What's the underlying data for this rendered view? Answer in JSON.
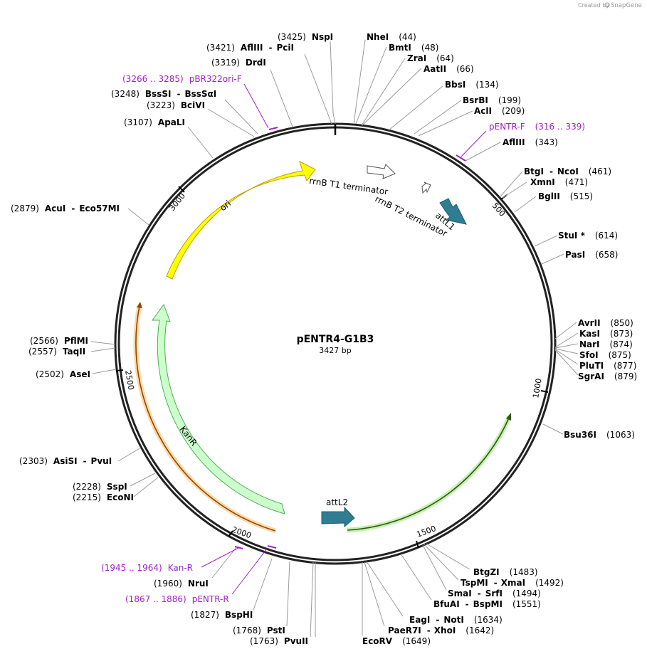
{
  "credit": {
    "created_by": "Created by",
    "brand": "SnapGene"
  },
  "plasmid": {
    "name": "pENTR4-G1B3",
    "length": "3427 bp"
  },
  "ticks": [
    "500",
    "1000",
    "1500",
    "2000",
    "2500",
    "3000"
  ],
  "features": [
    {
      "label": "ori",
      "color": "#ffff00",
      "stroke": "#b8a000"
    },
    {
      "label": "rrnB T1 terminator",
      "color": "#ffffff",
      "stroke": "#555555"
    },
    {
      "label": "rrnB T2 terminator",
      "color": "#ffffff",
      "stroke": "#555555"
    },
    {
      "label": "attL1",
      "color": "#2e7d93",
      "stroke": "#1f5f70"
    },
    {
      "label": "attL2",
      "color": "#2e7d93",
      "stroke": "#1f5f70"
    },
    {
      "label": "KanR",
      "color": "#ccffcc",
      "stroke": "#4caf50"
    }
  ],
  "orfs": [
    {
      "color": "#ff9900"
    },
    {
      "color": "#66cc33"
    }
  ],
  "sites": [
    {
      "name": "NspI",
      "pos": "(3425)"
    },
    {
      "name": "AflIII",
      "name2": "PciI",
      "pos": "(3421)"
    },
    {
      "name": "DrdI",
      "pos": "(3319)"
    },
    {
      "name": "BssSI",
      "name2": "BssSαI",
      "pos": "(3248)"
    },
    {
      "name": "BciVI",
      "pos": "(3223)"
    },
    {
      "name": "ApaLI",
      "pos": "(3107)"
    },
    {
      "name": "AcuI",
      "name2": "Eco57MI",
      "pos": "(2879)"
    },
    {
      "name": "PflMI",
      "pos": "(2566)"
    },
    {
      "name": "TaqII",
      "pos": "(2557)"
    },
    {
      "name": "AseI",
      "pos": "(2502)"
    },
    {
      "name": "AsiSI",
      "name2": "PvuI",
      "pos": "(2303)"
    },
    {
      "name": "SspI",
      "pos": "(2228)"
    },
    {
      "name": "EcoNI",
      "pos": "(2215)"
    },
    {
      "name": "NruI",
      "pos": "(1960)"
    },
    {
      "name": "BspHI",
      "pos": "(1827)"
    },
    {
      "name": "PstI",
      "pos": "(1768)"
    },
    {
      "name": "PvuII",
      "pos": "(1763)"
    },
    {
      "name": "EcoRV",
      "pos": "(1649)"
    },
    {
      "name": "PaeR7I",
      "name2": "XhoI",
      "pos": "(1642)"
    },
    {
      "name": "EagI",
      "name2": "NotI",
      "pos": "(1634)"
    },
    {
      "name": "BfuAI",
      "name2": "BspMI",
      "pos": "(1551)"
    },
    {
      "name": "SmaI",
      "name2": "SrfI",
      "pos": "(1494)"
    },
    {
      "name": "TspMI",
      "name2": "XmaI",
      "pos": "(1492)"
    },
    {
      "name": "BtgZI",
      "pos": "(1483)"
    },
    {
      "name": "Bsu36I",
      "pos": "(1063)"
    },
    {
      "name": "SgrAI",
      "pos": "(879)"
    },
    {
      "name": "PluTI",
      "pos": "(877)"
    },
    {
      "name": "SfoI",
      "pos": "(875)"
    },
    {
      "name": "NarI",
      "pos": "(874)"
    },
    {
      "name": "KasI",
      "pos": "(873)"
    },
    {
      "name": "AvrII",
      "pos": "(850)"
    },
    {
      "name": "PasI",
      "pos": "(658)"
    },
    {
      "name": "StuI *",
      "pos": "(614)"
    },
    {
      "name": "BglII",
      "pos": "(515)"
    },
    {
      "name": "XmnI",
      "pos": "(471)"
    },
    {
      "name": "BtgI",
      "name2": "NcoI",
      "pos": "(461)"
    },
    {
      "name": "AflIII",
      "pos": "(343)"
    },
    {
      "name": "AclI",
      "pos": "(209)"
    },
    {
      "name": "BsrBI",
      "pos": "(199)"
    },
    {
      "name": "BbsI",
      "pos": "(134)"
    },
    {
      "name": "AatII",
      "pos": "(66)"
    },
    {
      "name": "ZraI",
      "pos": "(64)"
    },
    {
      "name": "BmtI",
      "pos": "(48)"
    },
    {
      "name": "NheI",
      "pos": "(44)"
    }
  ],
  "primers": [
    {
      "name": "pBR322ori-F",
      "range": "(3266 .. 3285)"
    },
    {
      "name": "pENTR-F",
      "range": "(316 .. 339)"
    },
    {
      "name": "Kan-R",
      "range": "(1945 .. 1964)"
    },
    {
      "name": "pENTR-R",
      "range": "(1867 .. 1886)"
    }
  ]
}
